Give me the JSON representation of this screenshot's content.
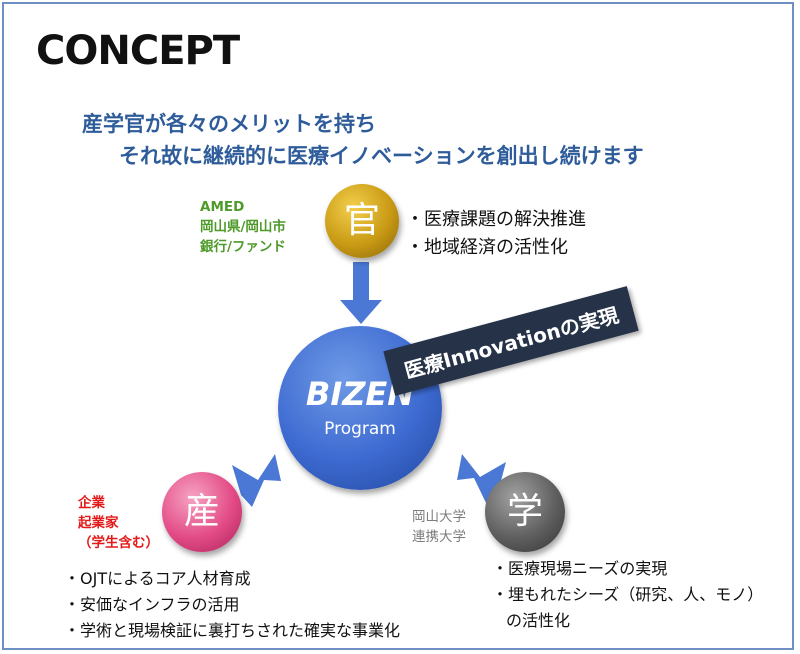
{
  "title": "CONCEPT",
  "subtitle": {
    "line1": "産学官が各々のメリットを持ち",
    "line2": "それ故に継続的に医療イノベーションを創出し続けます"
  },
  "center": {
    "name": "BIZEN",
    "sub": "Program"
  },
  "banner": "医療Innovationの実現",
  "government": {
    "glyph": "官",
    "labels": [
      "AMED",
      "岡山県/岡山市",
      "銀行/ファンド"
    ],
    "bullets": [
      "・医療課題の解決推進",
      "・地域経済の活性化"
    ]
  },
  "industry": {
    "glyph": "産",
    "labels": [
      "企業",
      "起業家",
      "（学生含む）"
    ],
    "bullets": [
      "・OJTによるコア人材育成",
      "・安価なインフラの活用",
      "・学術と現場検証に裏打ちされた確実な事業化"
    ]
  },
  "academia": {
    "glyph": "学",
    "labels": [
      "岡山大学",
      "連携大学"
    ],
    "bullets": [
      "・医療現場ニーズの実現",
      "・埋もれたシーズ（研究、人、モノ）",
      "の活性化"
    ]
  },
  "colors": {
    "frame": "#6f8fc4",
    "subtitle": "#2e5c9a",
    "government": "#c99a14",
    "industry": "#e34b86",
    "academia": "#5f5f5f",
    "center": "#3d6ad1",
    "arrow": "#4a78d4",
    "banner": "#253247",
    "gov_label": "#4e9a2a",
    "ind_label": "#e31919",
    "aca_label": "#7d7d7d"
  }
}
